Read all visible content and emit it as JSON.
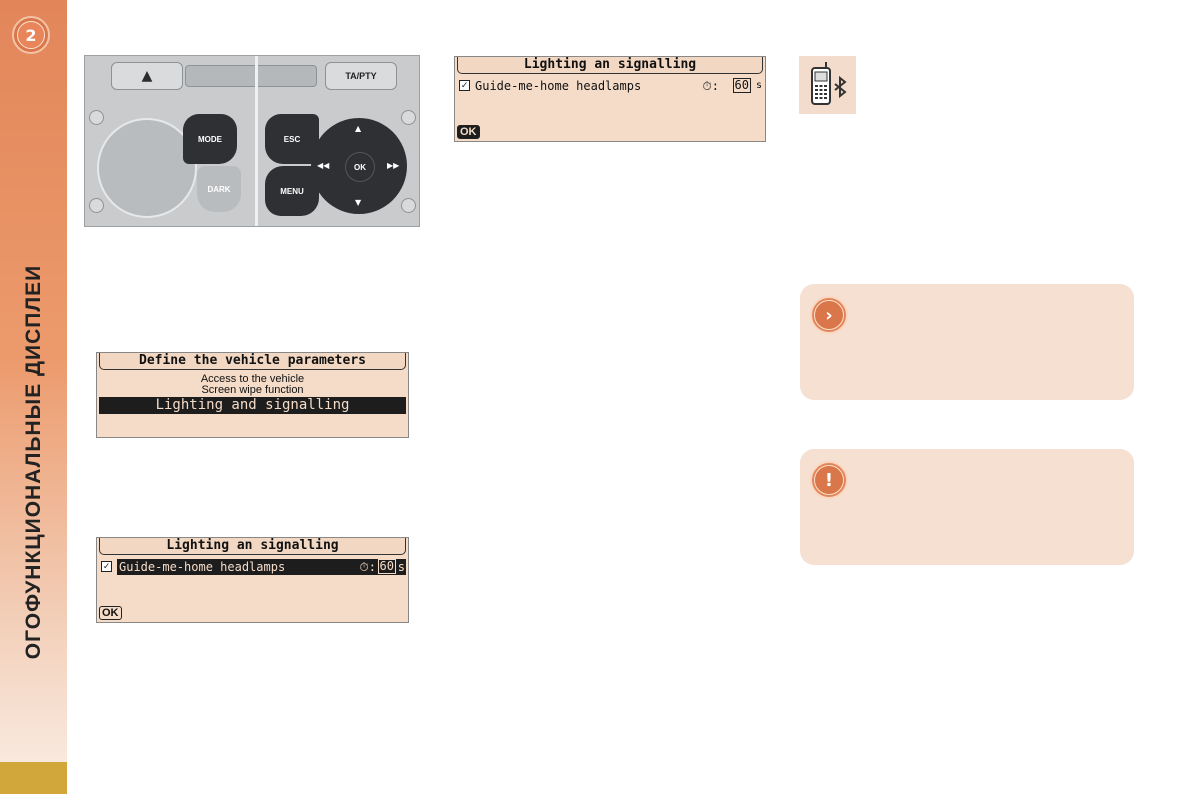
{
  "sidebar": {
    "chapter_number": "2",
    "section_title": "ОГОФУНКЦИОНАЛЬНЫЕ ДИСПЛЕИ"
  },
  "control_panel": {
    "eject_symbol": "▲",
    "ta_pty_label": "TA/PTY",
    "mode_label": "MODE",
    "dark_label": "DARK",
    "esc_label": "ESC",
    "menu_label": "MENU",
    "ok_label": "OK",
    "arrows": {
      "up": "▲",
      "down": "▼",
      "left": "◀◀",
      "right": "▶▶"
    }
  },
  "screen_vehicle_params": {
    "title": "Define the vehicle parameters",
    "items": [
      "Access to the vehicle",
      "Screen wipe function"
    ],
    "selected_item": "Lighting and signalling"
  },
  "screen_lighting_selected": {
    "title": "Lighting an signalling",
    "option_label": "Guide-me-home headlamps",
    "checked": "✓",
    "timer_prefix": "⏱:",
    "timer_value": "60",
    "timer_unit": "s",
    "ok_label": "OK"
  },
  "screen_lighting_ok": {
    "title": "Lighting an signalling",
    "option_label": "Guide-me-home headlamps",
    "checked": "✓",
    "timer_prefix": "⏱:",
    "timer_value": "60",
    "timer_unit": "s",
    "ok_label": "OK"
  },
  "icons": {
    "bluetooth_phone": "phone-bluetooth-icon",
    "info_note": "chevron-right-icon",
    "warning_note": "exclamation-icon",
    "info_symbol": "›",
    "warning_symbol": "!"
  },
  "colors": {
    "accent_orange": "#e2865a",
    "lcd_background": "#f5dcc8",
    "note_background": "#f5e0d2",
    "bottom_block": "#d1a63a"
  }
}
